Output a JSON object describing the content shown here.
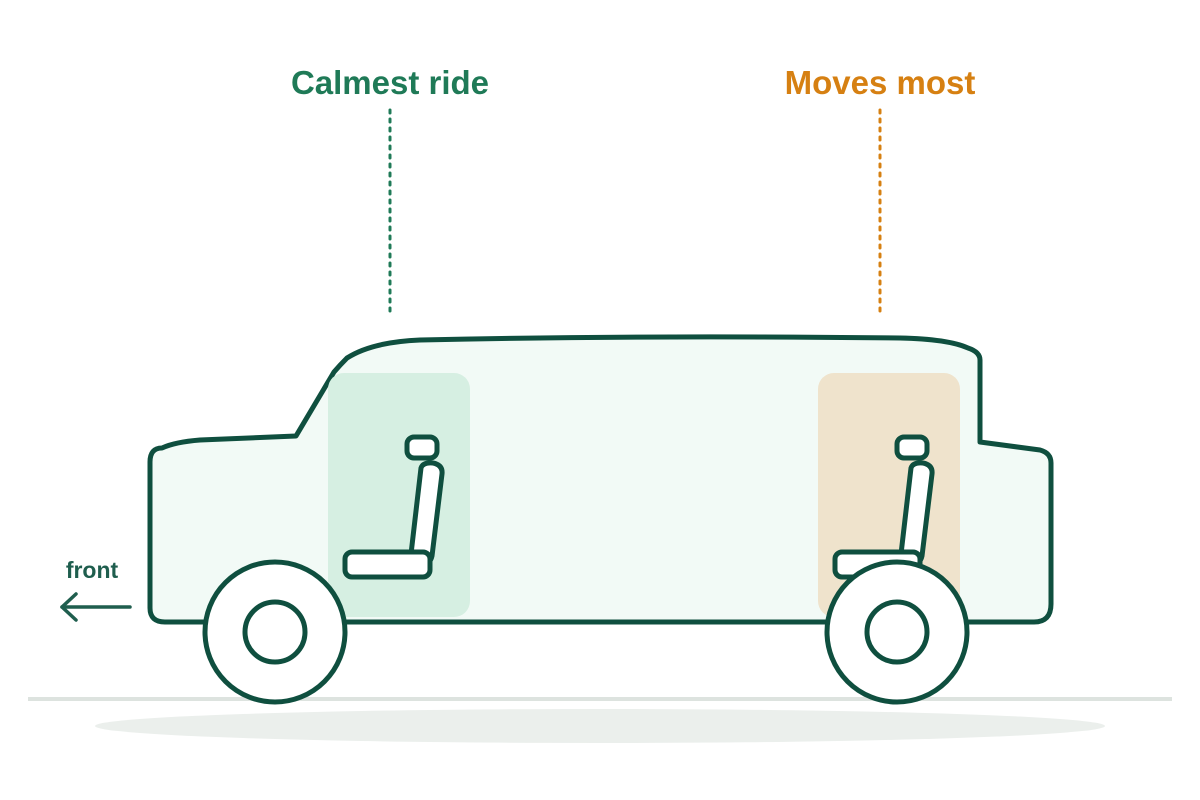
{
  "labels": {
    "calmest": "Calmest ride",
    "moves_most": "Moves most",
    "front": "front"
  },
  "icons": {
    "seat_front": "car-seat-icon",
    "seat_rear": "car-seat-icon",
    "direction": "arrow-left-icon"
  },
  "colors": {
    "outline": "#0f4f3f",
    "calm_accent": "#1f7a57",
    "moves_accent": "#d68012",
    "calm_zone_fill": "#d6efe2",
    "moves_zone_fill": "#efe3cc",
    "body_fill": "#f2faf6",
    "ground": "#dde3df",
    "shadow": "#ebefec"
  }
}
